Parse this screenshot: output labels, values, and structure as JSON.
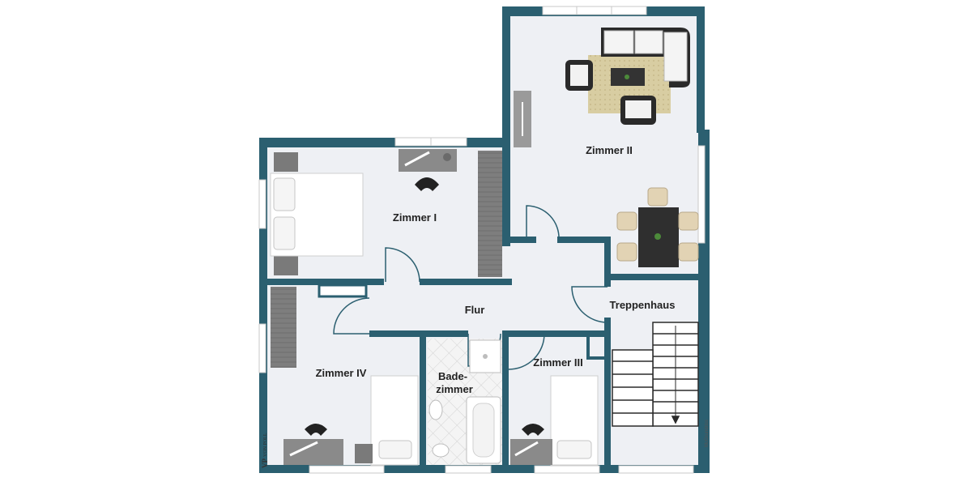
{
  "rooms": {
    "zimmer_1": "Zimmer I",
    "zimmer_2": "Zimmer II",
    "zimmer_3": "Zimmer III",
    "zimmer_4": "Zimmer IV",
    "flur": "Flur",
    "treppenhaus": "Treppenhaus",
    "bad_line1": "Bade-",
    "bad_line2": "zimmer"
  },
  "branding": {
    "logo_initials": "VP",
    "logo_name": "VON POLL",
    "credit": "McGrundriss"
  },
  "colors": {
    "wall": "#2b5f70",
    "floor": "#eef0f4",
    "rug": "#d9cfa8",
    "dark_furniture": "#3a3a3a",
    "wood_chair": "#e2d3b4",
    "grey_furniture": "#8a8a8a"
  }
}
